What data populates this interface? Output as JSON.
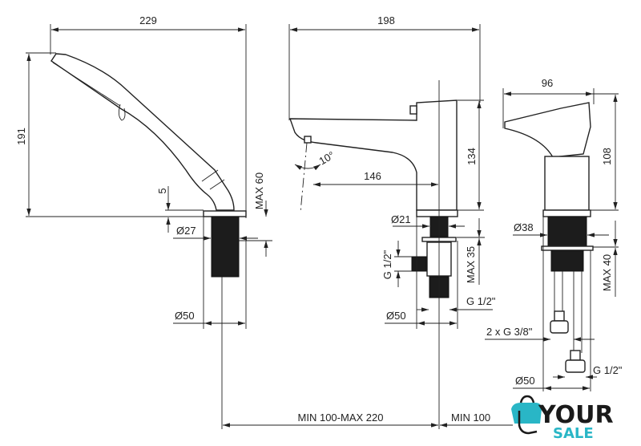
{
  "side_view": {
    "width": "229",
    "height": "191",
    "offset": "5",
    "max_thickness": "MAX 60",
    "hole_diameter": "Ø27",
    "base_diameter": "Ø50"
  },
  "middle_view": {
    "width": "198",
    "angle": "10°",
    "reach": "146",
    "height": "134",
    "hole_diameter": "Ø21",
    "side_thread": "G 1/2\"",
    "max_thickness": "MAX 35",
    "outlet_thread": "G 1/2\"",
    "base_diameter": "Ø50"
  },
  "right_view": {
    "width": "96",
    "height": "108",
    "hole_diameter": "Ø38",
    "max_thickness": "MAX 40",
    "hose_thread": "2 x G 3/8\"",
    "base_diameter": "Ø50",
    "outlet_thread": "G 1/2\""
  },
  "spacing": {
    "between_holes": "MIN 100-MAX 220",
    "min_spacing": "MIN 100"
  },
  "logo": {
    "line1": "YOUR",
    "line2": "SALE",
    "accent_color": "#29b6c6"
  }
}
